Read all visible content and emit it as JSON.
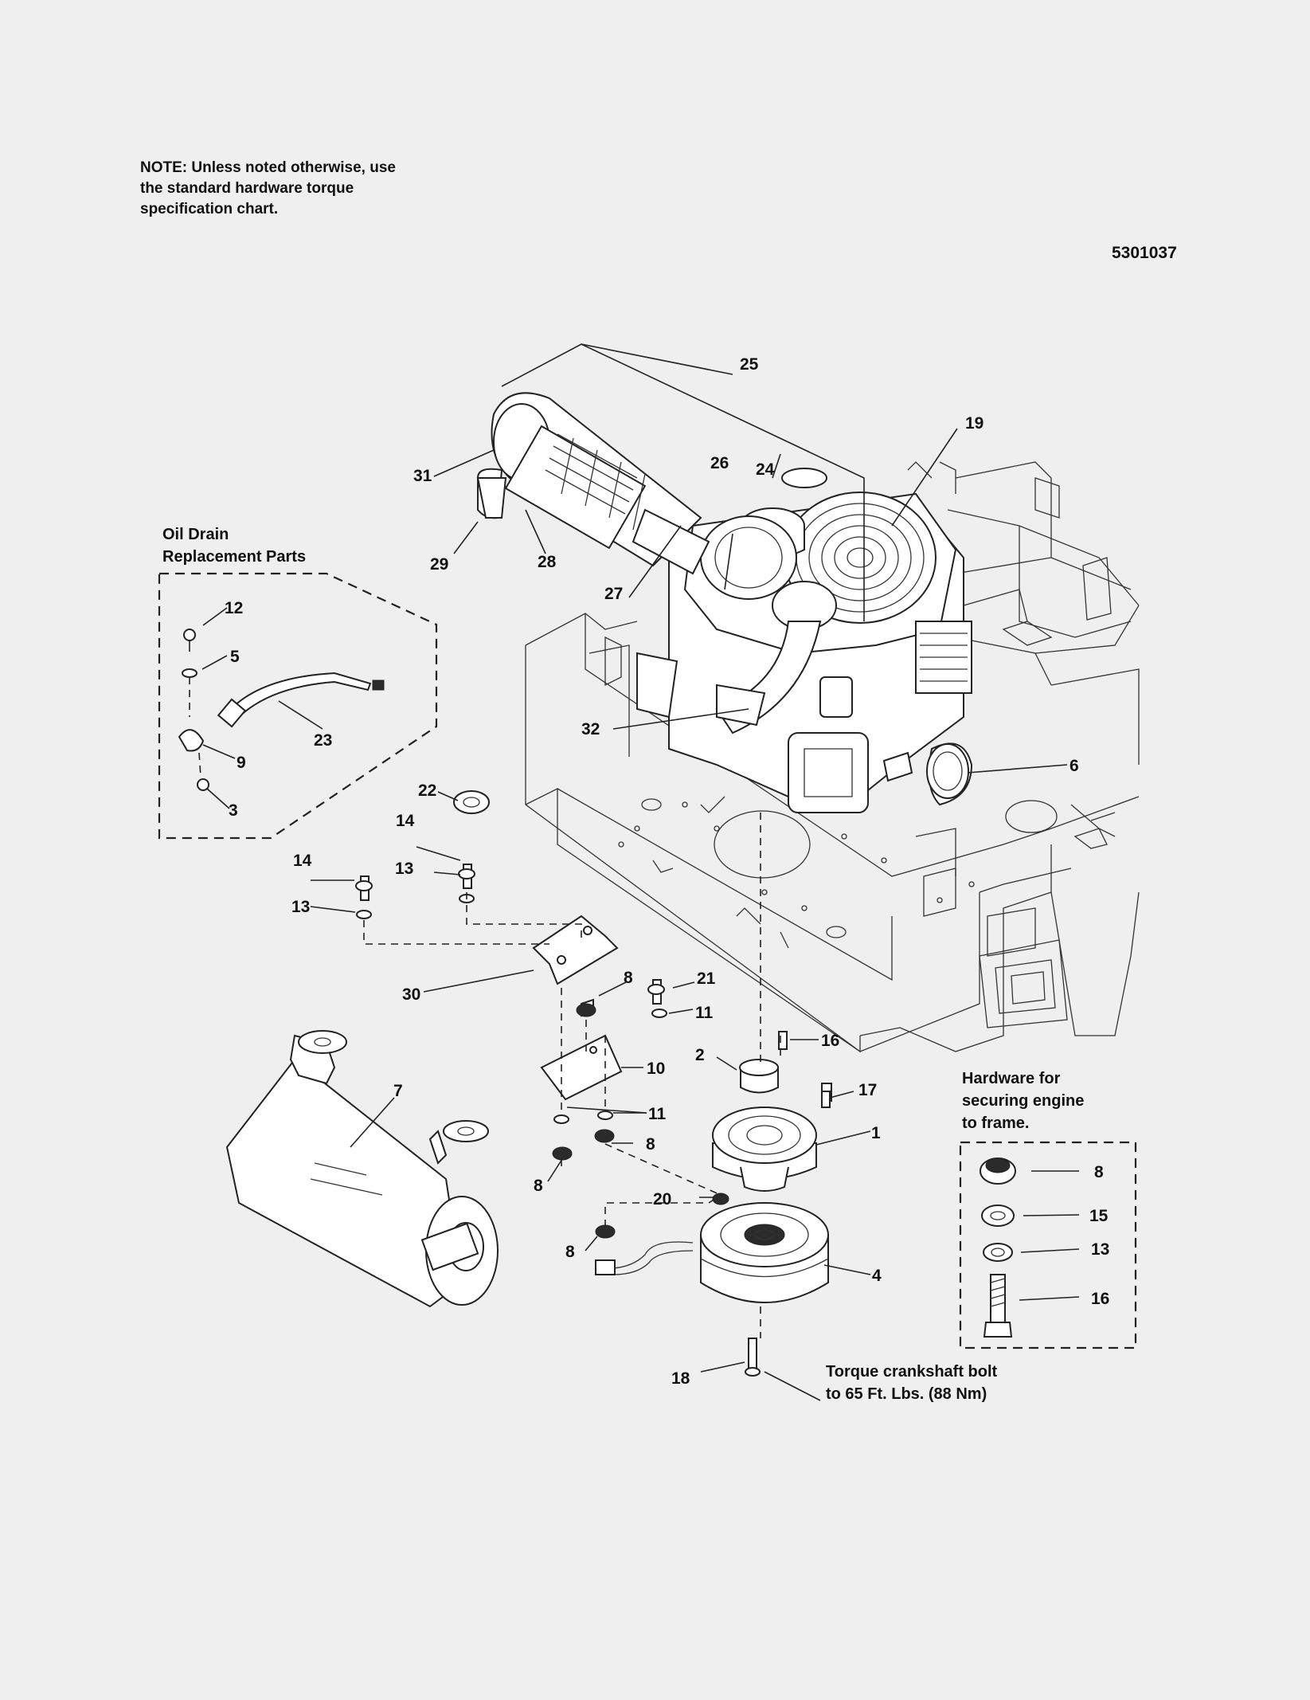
{
  "note": {
    "line1": "NOTE: Unless noted otherwise, use",
    "line2": "the standard hardware torque",
    "line3": "specification chart."
  },
  "doc_number": "5301037",
  "oil_drain_title": {
    "line1": "Oil Drain",
    "line2": "Replacement Parts"
  },
  "hardware_title": {
    "line1": "Hardware for",
    "line2": "securing engine",
    "line3": "to frame."
  },
  "torque_note": {
    "line1": "Torque crankshaft bolt",
    "line2": "to 65 Ft. Lbs. (88 Nm)"
  },
  "callouts": {
    "c25": "25",
    "c19": "19",
    "c31": "31",
    "c26": "26",
    "c24": "24",
    "c29": "29",
    "c28": "28",
    "c27": "27",
    "c12": "12",
    "c5": "5",
    "c23": "23",
    "c9": "9",
    "c3": "3",
    "c32": "32",
    "c6": "6",
    "c22": "22",
    "c14a": "14",
    "c13a": "13",
    "c14b": "14",
    "c13b": "13",
    "c30": "30",
    "c8a": "8",
    "c21": "21",
    "c11a": "11",
    "c16": "16",
    "c2": "2",
    "c10": "10",
    "c17": "17",
    "c7": "7",
    "c11b": "11",
    "c8b": "8",
    "c1": "1",
    "c8c": "8",
    "c20": "20",
    "c8d": "8",
    "c4": "4",
    "c18": "18",
    "h8": "8",
    "h15": "15",
    "h13": "13",
    "h16": "16"
  }
}
